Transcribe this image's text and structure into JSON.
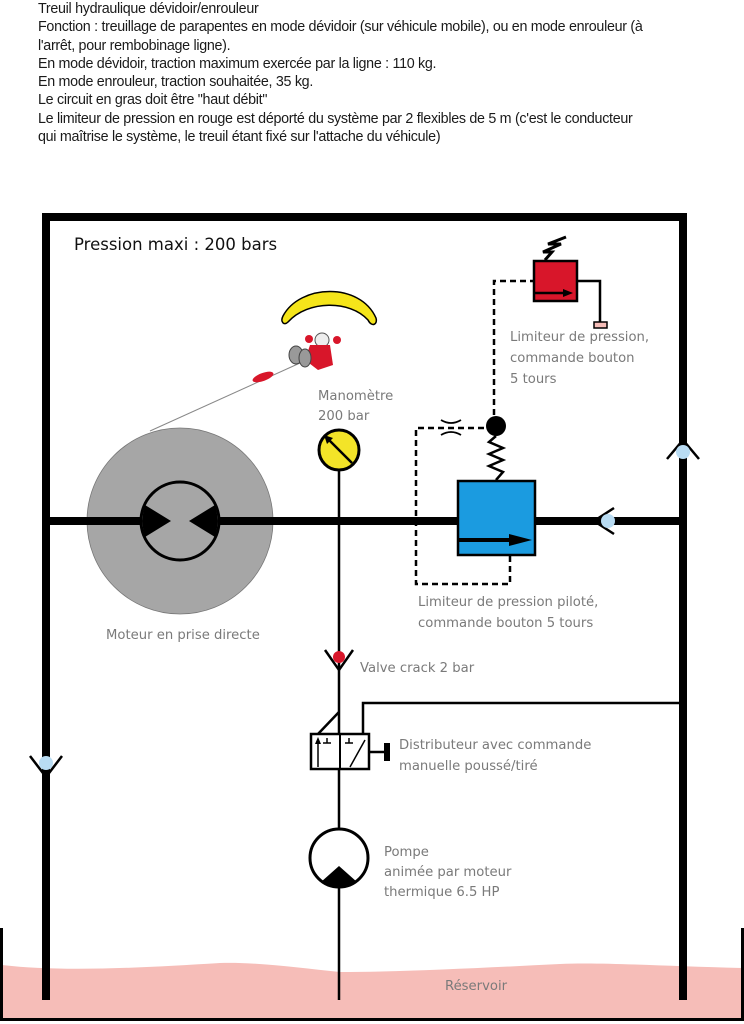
{
  "intro": {
    "lines": [
      "Treuil hydraulique dévidoir/enrouleur",
      "Fonction : treuillage de parapentes en mode dévidoir (sur véhicule mobile), ou en mode enrouleur (à",
      "l'arrêt, pour rembobinage ligne).",
      "En mode dévidoir, traction maximum exercée par la ligne : 110 kg.",
      "En mode enrouleur, traction souhaitée, 35 kg.",
      "Le circuit en gras doit être \"haut débit\"",
      "Le limiteur de pression en rouge est déporté du système par 2 flexibles de 5 m (c'est le conducteur",
      "qui maîtrise le système, le treuil étant fixé sur l'attache du véhicule)"
    ]
  },
  "diagram": {
    "pressure_label": "Pression maxi : 200 bars",
    "components": {
      "remote_relief": {
        "lines": [
          "Limiteur de pression,",
          "commande bouton",
          "5 tours"
        ],
        "color": "#d8162a"
      },
      "gauge": {
        "lines": [
          "Manomètre",
          "200 bar"
        ],
        "color": "#f3e428"
      },
      "piloted_relief": {
        "lines": [
          "Limiteur de pression piloté,",
          "commande bouton 5 tours"
        ],
        "color": "#1b9be0"
      },
      "motor": {
        "label": "Moteur en prise directe",
        "color": "#a6a6a6"
      },
      "crack_valve": {
        "label": "Valve crack 2 bar",
        "color": "#d8162a"
      },
      "distributor": {
        "lines": [
          "Distributeur avec commande",
          "manuelle poussé/tiré"
        ]
      },
      "pump": {
        "lines": [
          "Pompe",
          "animée par moteur",
          "thermique 6.5 HP"
        ]
      },
      "reservoir": {
        "label": "Réservoir",
        "color": "#f6bdb8"
      },
      "check_valve_color": "#b9dcf3"
    }
  }
}
